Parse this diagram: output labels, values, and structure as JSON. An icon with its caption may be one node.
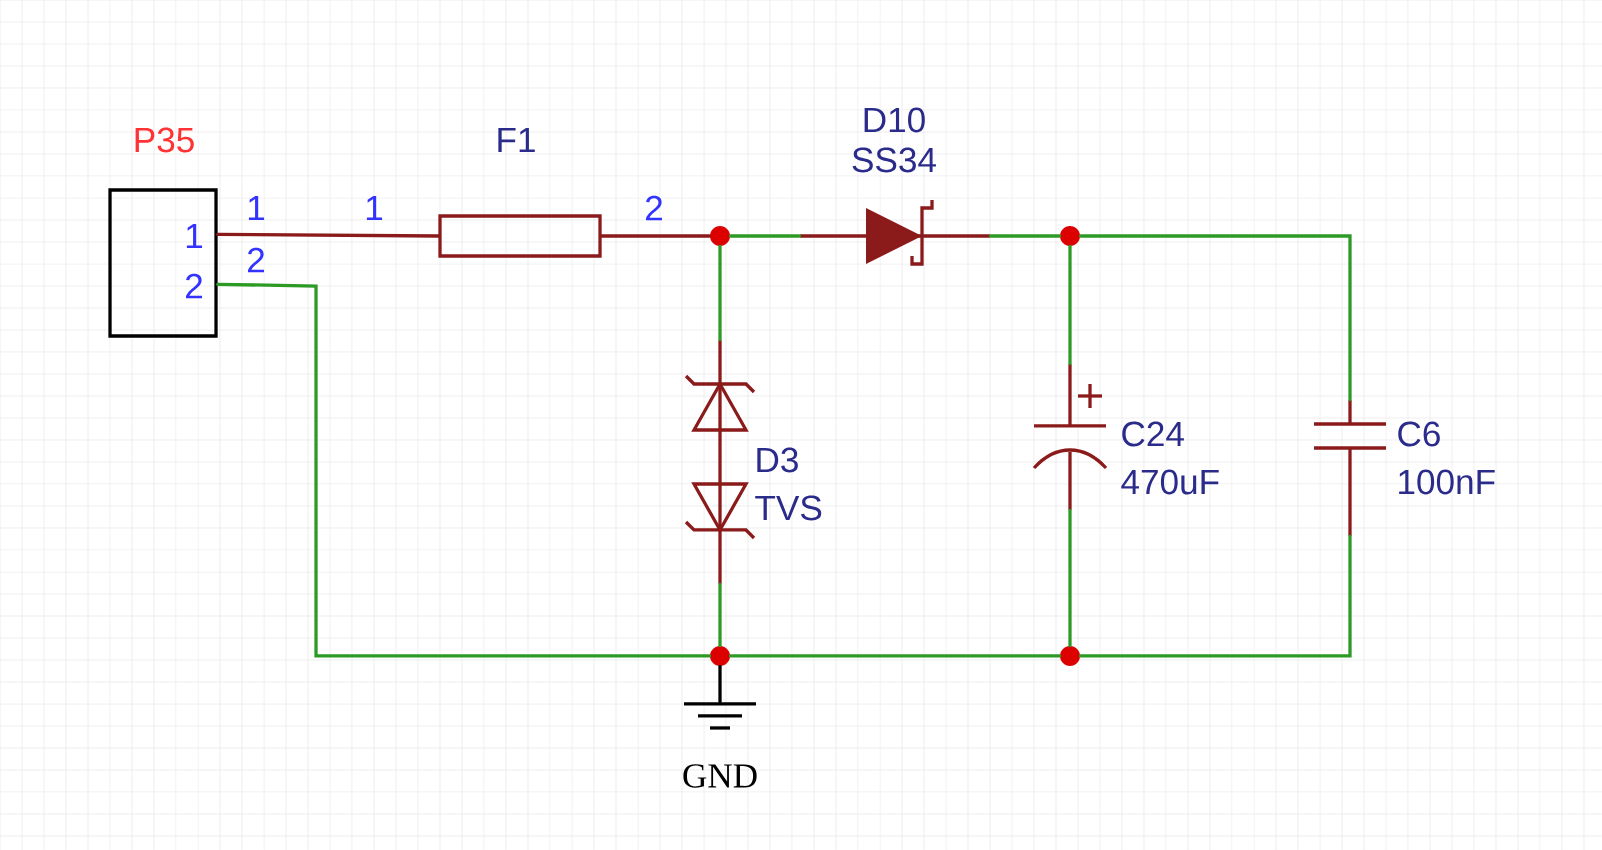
{
  "diagram": {
    "nodes": [
      {
        "text": [
          "P35",
          "1",
          "2"
        ]
      },
      {
        "text": [
          "F1"
        ]
      },
      {
        "text": [
          "D10",
          "SS34"
        ]
      },
      {
        "text": [
          "D3",
          "TVS"
        ]
      },
      {
        "text": [
          "C24",
          "470uF"
        ]
      },
      {
        "text": [
          "C6",
          "100nF"
        ]
      },
      {
        "text": [
          "GND"
        ]
      },
      {
        "text": [],
        "shape": "circle"
      },
      {
        "text": [],
        "shape": "circle"
      },
      {
        "text": [],
        "shape": "circle"
      },
      {
        "text": [],
        "shape": "circle"
      }
    ],
    "edges": [
      {
        "from": 0,
        "to": 1,
        "arrow": "none",
        "color": "#8b1a1a"
      },
      {
        "from": 1,
        "to": 7,
        "arrow": "none",
        "color": "#8b1a1a"
      },
      {
        "from": 7,
        "to": 2,
        "arrow": "none"
      },
      {
        "from": 2,
        "to": 8,
        "arrow": "none"
      },
      {
        "from": 8,
        "to": 5,
        "arrow": "none"
      },
      {
        "from": 8,
        "to": 4,
        "arrow": "none"
      },
      {
        "from": 7,
        "to": 3,
        "arrow": "none"
      },
      {
        "from": 3,
        "to": 9,
        "arrow": "none"
      },
      {
        "from": 9,
        "to": 6,
        "arrow": "none",
        "color": "#000000"
      },
      {
        "from": 0,
        "to": 9,
        "arrow": "none"
      },
      {
        "from": 9,
        "to": 10,
        "arrow": "none"
      },
      {
        "from": 4,
        "to": 10,
        "arrow": "none"
      },
      {
        "from": 5,
        "to": 10,
        "arrow": "none"
      }
    ],
    "labels": [
      "1",
      "1",
      "2",
      "2"
    ]
  }
}
